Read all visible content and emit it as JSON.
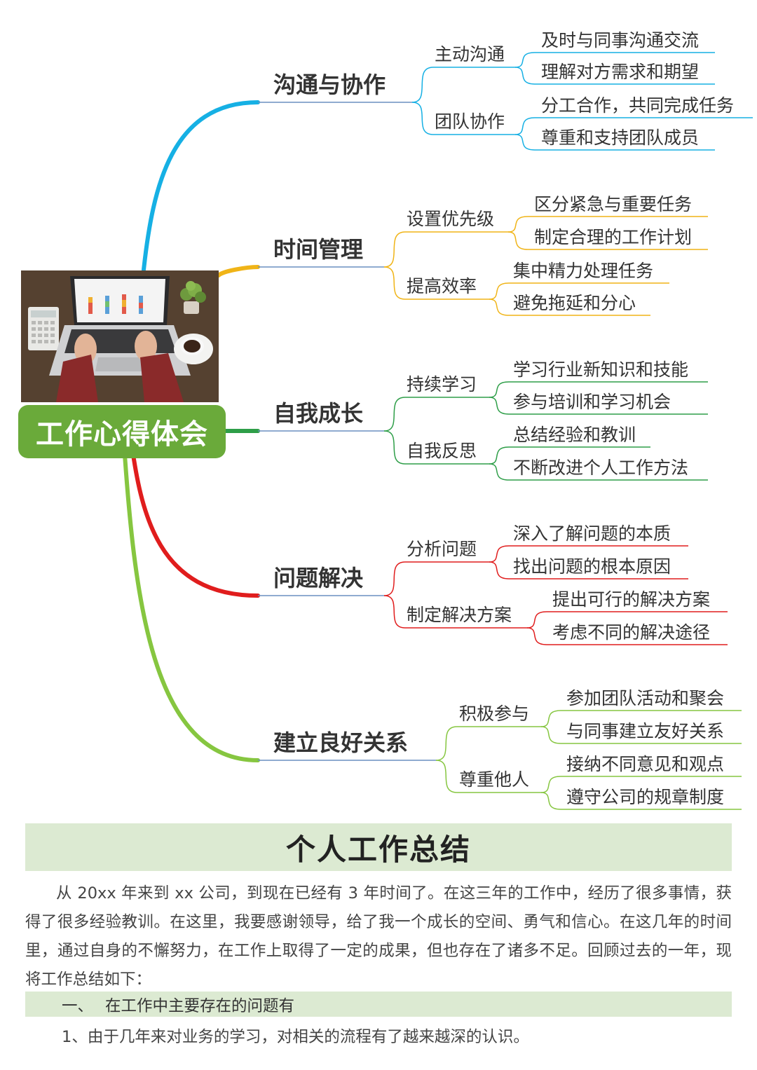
{
  "mindmap": {
    "central_title": "工作心得体会",
    "branches": [
      {
        "label": "沟通与协作",
        "color": "#16b0e4",
        "children": [
          {
            "label": "主动沟通",
            "items": [
              "及时与同事沟通交流",
              "理解对方需求和期望"
            ]
          },
          {
            "label": "团队协作",
            "items": [
              "分工合作，共同完成任务",
              "尊重和支持团队成员"
            ]
          }
        ]
      },
      {
        "label": "时间管理",
        "color": "#f0b417",
        "children": [
          {
            "label": "设置优先级",
            "items": [
              "区分紧急与重要任务",
              "制定合理的工作计划"
            ]
          },
          {
            "label": "提高效率",
            "items": [
              "集中精力处理任务",
              "避免拖延和分心"
            ]
          }
        ]
      },
      {
        "label": "自我成长",
        "color": "#2e9e48",
        "children": [
          {
            "label": "持续学习",
            "items": [
              "学习行业新知识和技能",
              "参与培训和学习机会"
            ]
          },
          {
            "label": "自我反思",
            "items": [
              "总结经验和教训",
              "不断改进个人工作方法"
            ]
          }
        ]
      },
      {
        "label": "问题解决",
        "color": "#e01d1d",
        "children": [
          {
            "label": "分析问题",
            "items": [
              "深入了解问题的本质",
              "找出问题的根本原因"
            ]
          },
          {
            "label": "制定解决方案",
            "items": [
              "提出可行的解决方案",
              "考虑不同的解决途径"
            ]
          }
        ]
      },
      {
        "label": "建立良好关系",
        "color": "#86c640",
        "children": [
          {
            "label": "积极参与",
            "items": [
              "参加团队活动和聚会",
              "与同事建立友好关系"
            ]
          },
          {
            "label": "尊重他人",
            "items": [
              "接纳不同意见和观点",
              "遵守公司的规章制度"
            ]
          }
        ]
      }
    ]
  },
  "summary": {
    "title": "个人工作总结",
    "paragraph": "从 20xx 年来到 xx 公司，到现在已经有 3 年时间了。在这三年的工作中，经历了很多事情，获得了很多经验教训。在这里，我要感谢领导，给了我一个成长的空间、勇气和信心。在这几年的时间里，通过自身的不懈努力，在工作上取得了一定的成果，但也存在了诸多不足。回顾过去的一年，现将工作总结如下：",
    "section_number": "一、",
    "section_title": "在工作中主要存在的问题有",
    "item_1": "1、由于几年来对业务的学习，对相关的流程有了越来越深的认识。"
  },
  "colors": {
    "central_bg": "#6aaa3a",
    "banner_bg": "#dcead2",
    "branch_underline": "#6a8fc0"
  }
}
